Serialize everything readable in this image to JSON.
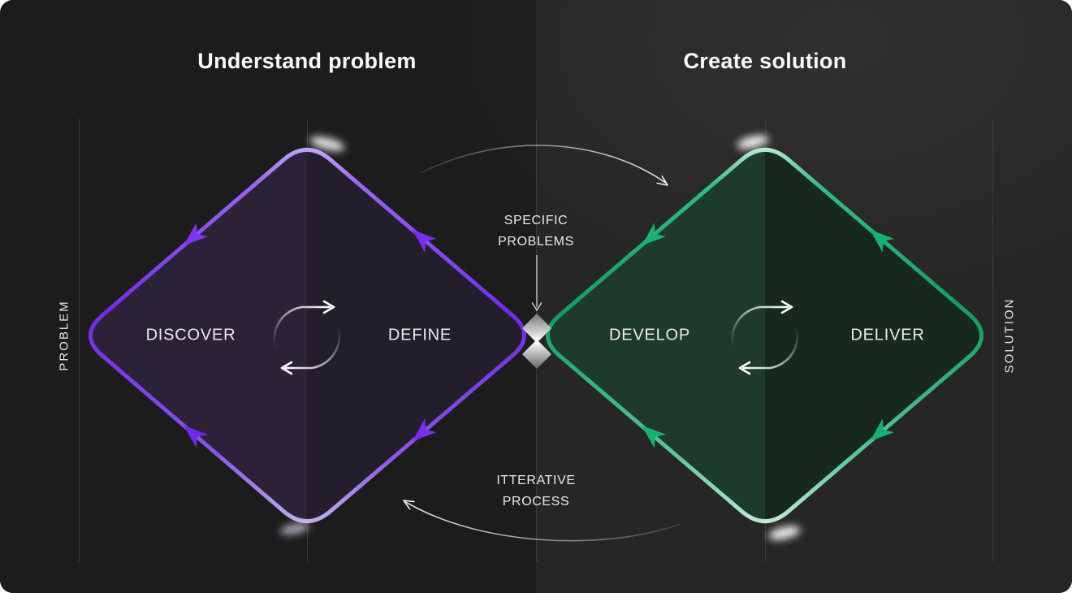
{
  "header": {
    "left_title": "Understand problem",
    "right_title": "Create solution"
  },
  "side_labels": {
    "left": "PROBLEM",
    "right": "SOLUTION"
  },
  "phases": {
    "discover": "DISCOVER",
    "define": "DEFINE",
    "develop": "DEVELOP",
    "deliver": "DELIVER"
  },
  "annotations": {
    "top_line1": "SPECIFIC",
    "top_line2": "PROBLEMS",
    "bottom_line1": "ITTERATIVE",
    "bottom_line2": "PROCESS"
  },
  "icons": {
    "left_cycle": "cycle-arrows-icon",
    "right_cycle": "cycle-arrows-icon",
    "center_divider": "double-diamond-divider-icon",
    "top_connector": "curved-arrow-right-icon",
    "bottom_connector": "curved-arrow-left-icon"
  },
  "colors": {
    "purple_accent": "#7b2ff0",
    "purple_light": "#cbb3f5",
    "green_accent": "#14a869",
    "green_light": "#d9f3e7",
    "background_left": "#1c1c1d",
    "background_right": "#262626",
    "gridline": "#424244",
    "text": "#f2f2f2"
  }
}
